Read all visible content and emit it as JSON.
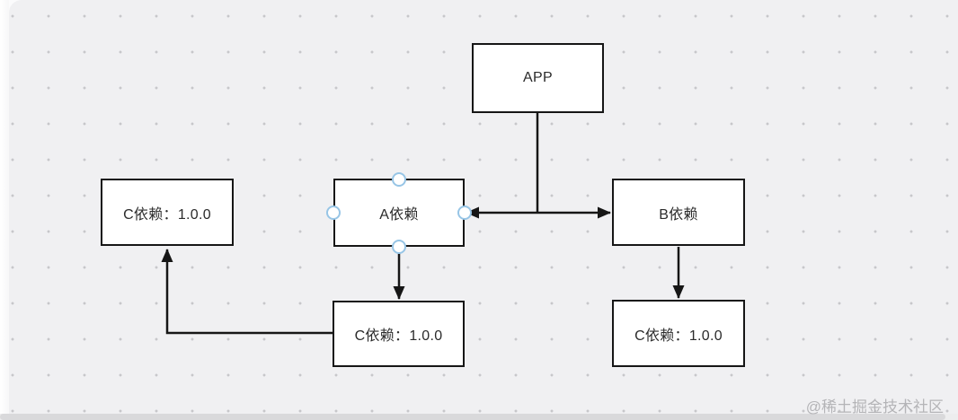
{
  "canvas": {
    "background": "#f0f0f2",
    "dot_color": "#c7c7ca"
  },
  "colors": {
    "node_border": "#161616",
    "node_background": "#ffffff",
    "connector": "#161616",
    "selection_handle_stroke": "#97c5e6",
    "watermark": "#b4b4b7"
  },
  "nodes": {
    "app": {
      "label": "APP"
    },
    "dep_a": {
      "label": "A依赖"
    },
    "dep_b": {
      "label": "B依赖"
    },
    "dep_c_left": {
      "label": "C依赖：1.0.0"
    },
    "dep_c_under_a": {
      "label": "C依赖：1.0.0"
    },
    "dep_c_under_b": {
      "label": "C依赖：1.0.0"
    }
  },
  "edges": [
    {
      "from": "app",
      "to": "dep_a",
      "type": "arrow"
    },
    {
      "from": "app",
      "to": "dep_b",
      "type": "arrow"
    },
    {
      "from": "dep_a",
      "to": "dep_c_under_a",
      "type": "arrow"
    },
    {
      "from": "dep_b",
      "to": "dep_c_under_b",
      "type": "arrow"
    },
    {
      "from": "dep_c_under_a",
      "to": "dep_c_left",
      "type": "arrow"
    }
  ],
  "selection": {
    "node": "dep_a",
    "handles": [
      "top",
      "right",
      "bottom",
      "left"
    ]
  },
  "watermark": {
    "text": "@稀土掘金技术社区"
  }
}
